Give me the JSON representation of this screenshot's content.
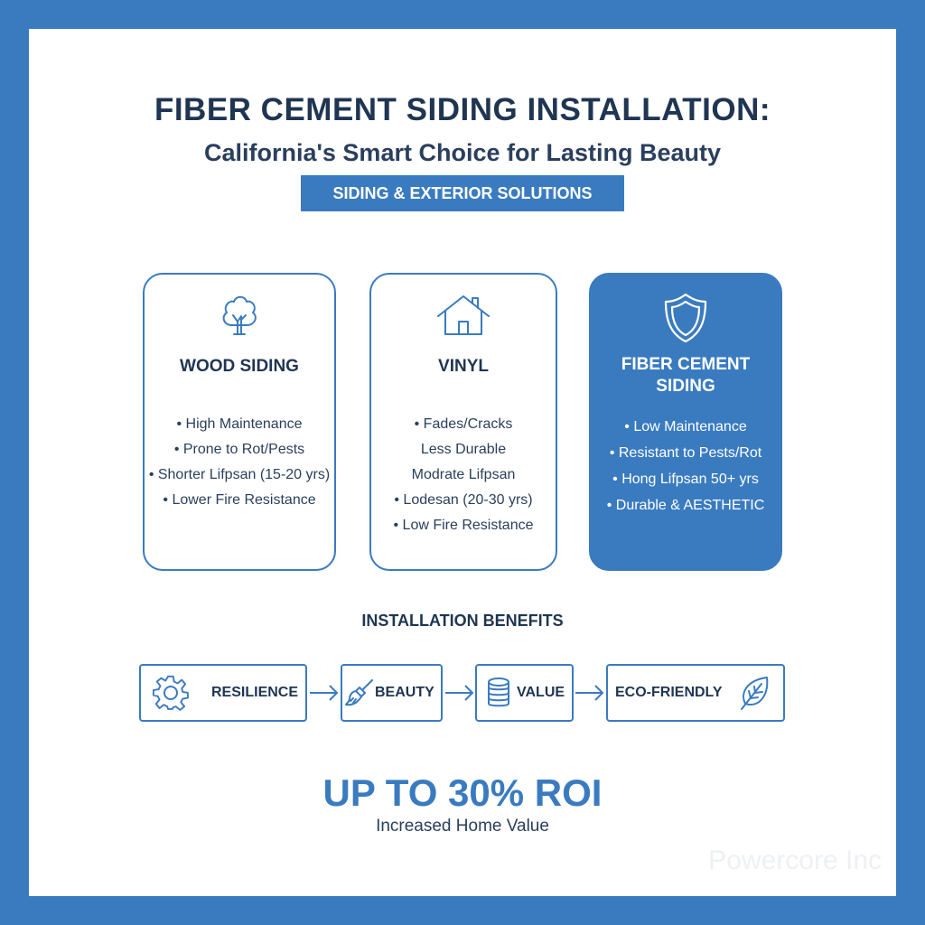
{
  "header": {
    "title": "FIBER CEMENT SIDING INSTALLATION:",
    "subtitle": "California's Smart Choice for Lasting Beauty",
    "tagline": "SIDING & EXTERIOR SOLUTIONS"
  },
  "cards": [
    {
      "icon": "tree-icon",
      "title": "WOOD SIDING",
      "items": [
        "• High Maintenance",
        "• Prone to Rot/Pests",
        "• Shorter Lifpsan (15-20 yrs)",
        "• Lower Fire Resistance"
      ]
    },
    {
      "icon": "house-icon",
      "title": "VINYL",
      "items": [
        "• Fades/Cracks",
        "Less Durable",
        "Modrate Lifpsan",
        "• Lodesan (20-30 yrs)",
        "• Low Fire Resistance"
      ]
    },
    {
      "icon": "shield-icon",
      "title_line1": "FIBER CEMENT",
      "title_line2": "SIDING",
      "items": [
        "• Low Maintenance",
        "• Resistant to Pests/Rot",
        "• Hong Lifpsan 50+ yrs",
        "• Durable & AESTHETIC"
      ],
      "highlight_color": "#3a7bc0"
    }
  ],
  "benefits": {
    "heading": "INSTALLATION BENEFITS",
    "steps": [
      {
        "label": "RESILIENCE",
        "icon": "gear-icon"
      },
      {
        "label": "BEAUTY",
        "icon": "paintbrush-icon"
      },
      {
        "label": "VALUE",
        "icon": "coin-stack-icon"
      },
      {
        "label": "ECO-FRIENDLY",
        "icon": "leaf-icon"
      }
    ]
  },
  "roi": {
    "headline": "UP TO 30% ROI",
    "caption": "Increased Home Value"
  },
  "watermark": "Powercore Inc",
  "colors": {
    "accent": "#3a7bc0",
    "text_dark": "#1f3552",
    "background": "#ffffff"
  }
}
